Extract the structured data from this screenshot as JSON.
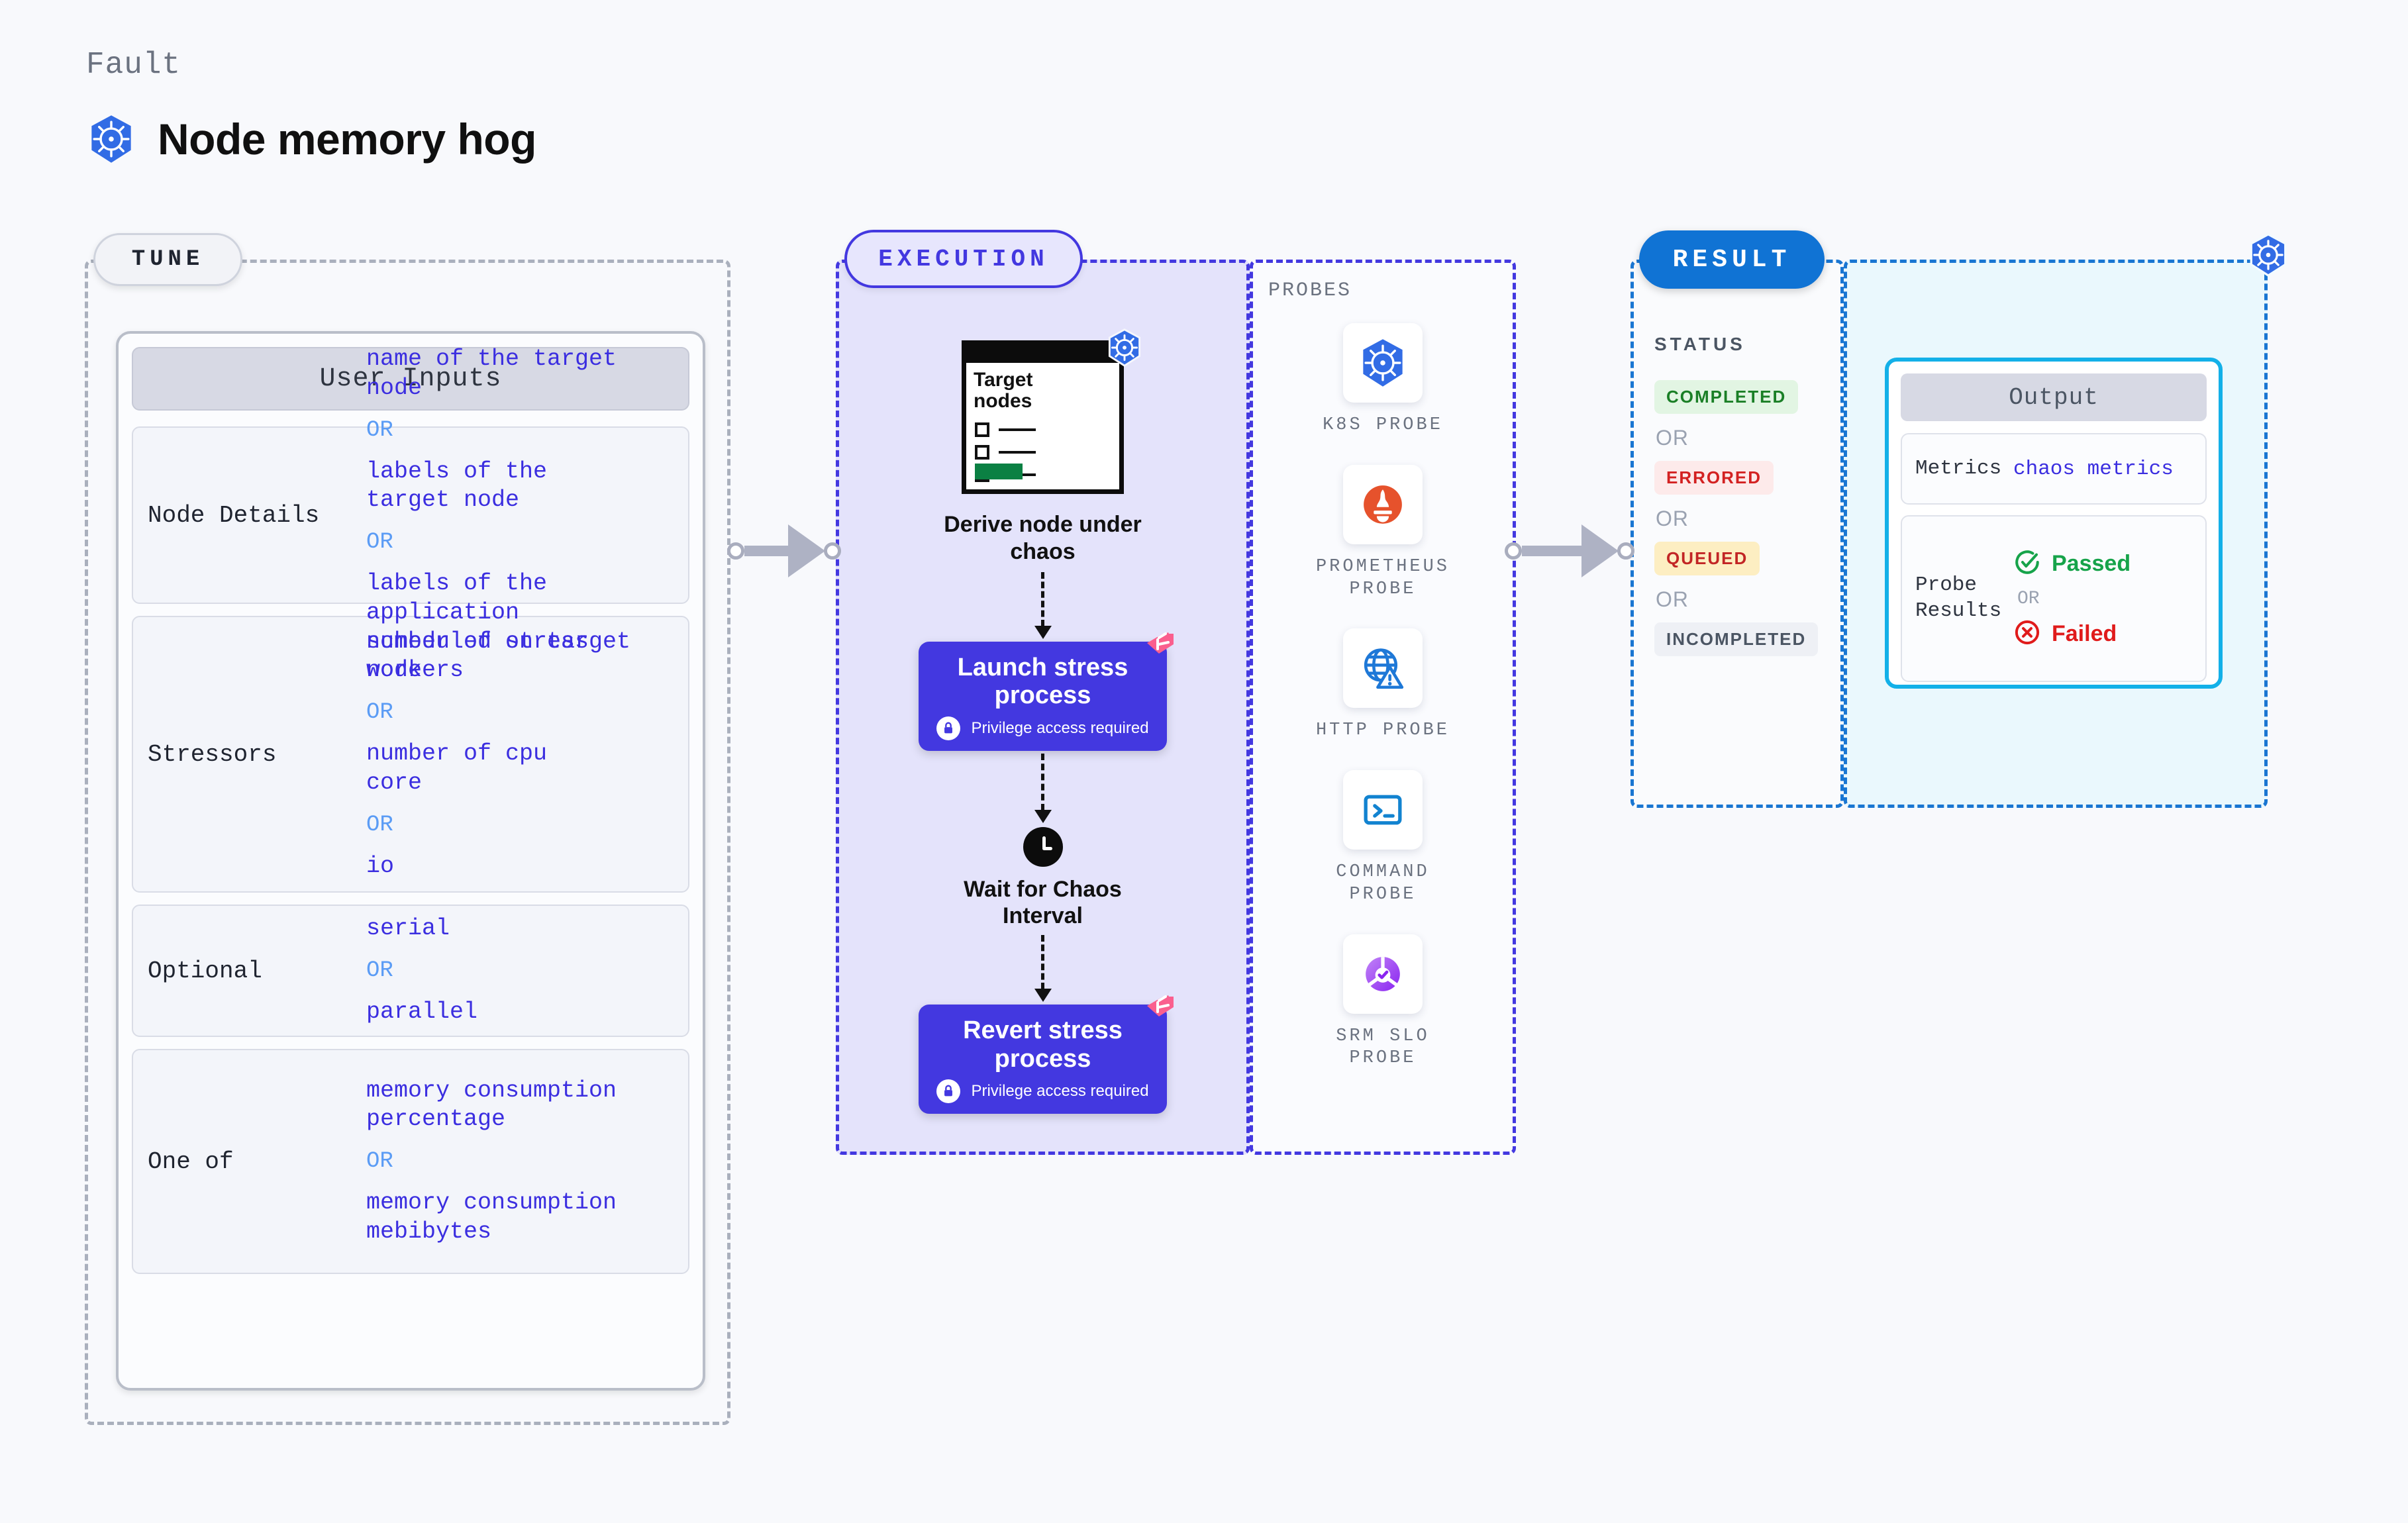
{
  "header": {
    "kicker": "Fault",
    "title": "Node memory hog",
    "icon": "kubernetes-icon"
  },
  "tune": {
    "pill_label": "TUNE",
    "card_title": "User Inputs",
    "rows": [
      {
        "label": "Node Details",
        "values": [
          "name of the target\nnode",
          "labels of the\ntarget node",
          "labels of the application\n scheduled on target node"
        ],
        "separator": "OR"
      },
      {
        "label": "Stressors",
        "values": [
          "number of stress\nworkers",
          "number of cpu\ncore",
          "io"
        ],
        "separator": "OR"
      },
      {
        "label": "Optional",
        "values": [
          "serial",
          "parallel"
        ],
        "separator": "OR"
      },
      {
        "label": "One of",
        "values": [
          "memory consumption\npercentage",
          "memory consumption\nmebibytes"
        ],
        "separator": "OR"
      }
    ]
  },
  "execution": {
    "pill_label": "EXECUTION",
    "target_window": {
      "heading": "Target\nnodes",
      "icon": "kubernetes-icon"
    },
    "steps": [
      {
        "type": "node",
        "label": "Derive node under\nchaos"
      },
      {
        "type": "process",
        "label": "Launch stress\nprocess",
        "privilege": "Privilege access required",
        "icon": "lock-icon",
        "badge": "harness-icon"
      },
      {
        "type": "wait",
        "label": "Wait for Chaos\nInterval",
        "icon": "clock-icon"
      },
      {
        "type": "process",
        "label": "Revert stress\nprocess",
        "privilege": "Privilege access required",
        "icon": "lock-icon",
        "badge": "harness-icon"
      }
    ]
  },
  "probes": {
    "title": "PROBES",
    "items": [
      {
        "label": "K8S PROBE",
        "icon": "kubernetes-icon"
      },
      {
        "label": "PROMETHEUS\nPROBE",
        "icon": "prometheus-icon"
      },
      {
        "label": "HTTP PROBE",
        "icon": "globe-warning-icon"
      },
      {
        "label": "COMMAND\nPROBE",
        "icon": "terminal-icon"
      },
      {
        "label": "SRM SLO\nPROBE",
        "icon": "srm-slo-icon"
      }
    ]
  },
  "result": {
    "pill_label": "RESULT",
    "status_title": "STATUS",
    "separator": "OR",
    "statuses": [
      {
        "label": "COMPLETED",
        "color": "#1a7f26",
        "bg": "#e2f5e3"
      },
      {
        "label": "ERRORED",
        "color": "#d32121",
        "bg": "#fdeaea"
      },
      {
        "label": "QUEUED",
        "color": "#c22525",
        "bg": "#fdeec2"
      },
      {
        "label": "INCOMPLETED",
        "color": "#4b5563",
        "bg": "#eef0f5"
      }
    ]
  },
  "output": {
    "card_title": "Output",
    "icon": "kubernetes-icon",
    "metrics": {
      "label": "Metrics",
      "value": "chaos metrics"
    },
    "probe_results": {
      "label": "Probe\nResults",
      "separator": "OR",
      "passed": {
        "label": "Passed",
        "icon": "check-circle-icon",
        "color": "#16a34a"
      },
      "failed": {
        "label": "Failed",
        "icon": "x-circle-icon",
        "color": "#e01b1b"
      }
    }
  },
  "colors": {
    "execution_accent": "#4338e0",
    "result_accent": "#1073d4",
    "output_border": "#13b0e8",
    "input_value": "#3b2ee0",
    "or_blue": "#5b9cf5",
    "kubernetes_blue": "#326ce5",
    "harness_pink": "#fa5f8e"
  }
}
